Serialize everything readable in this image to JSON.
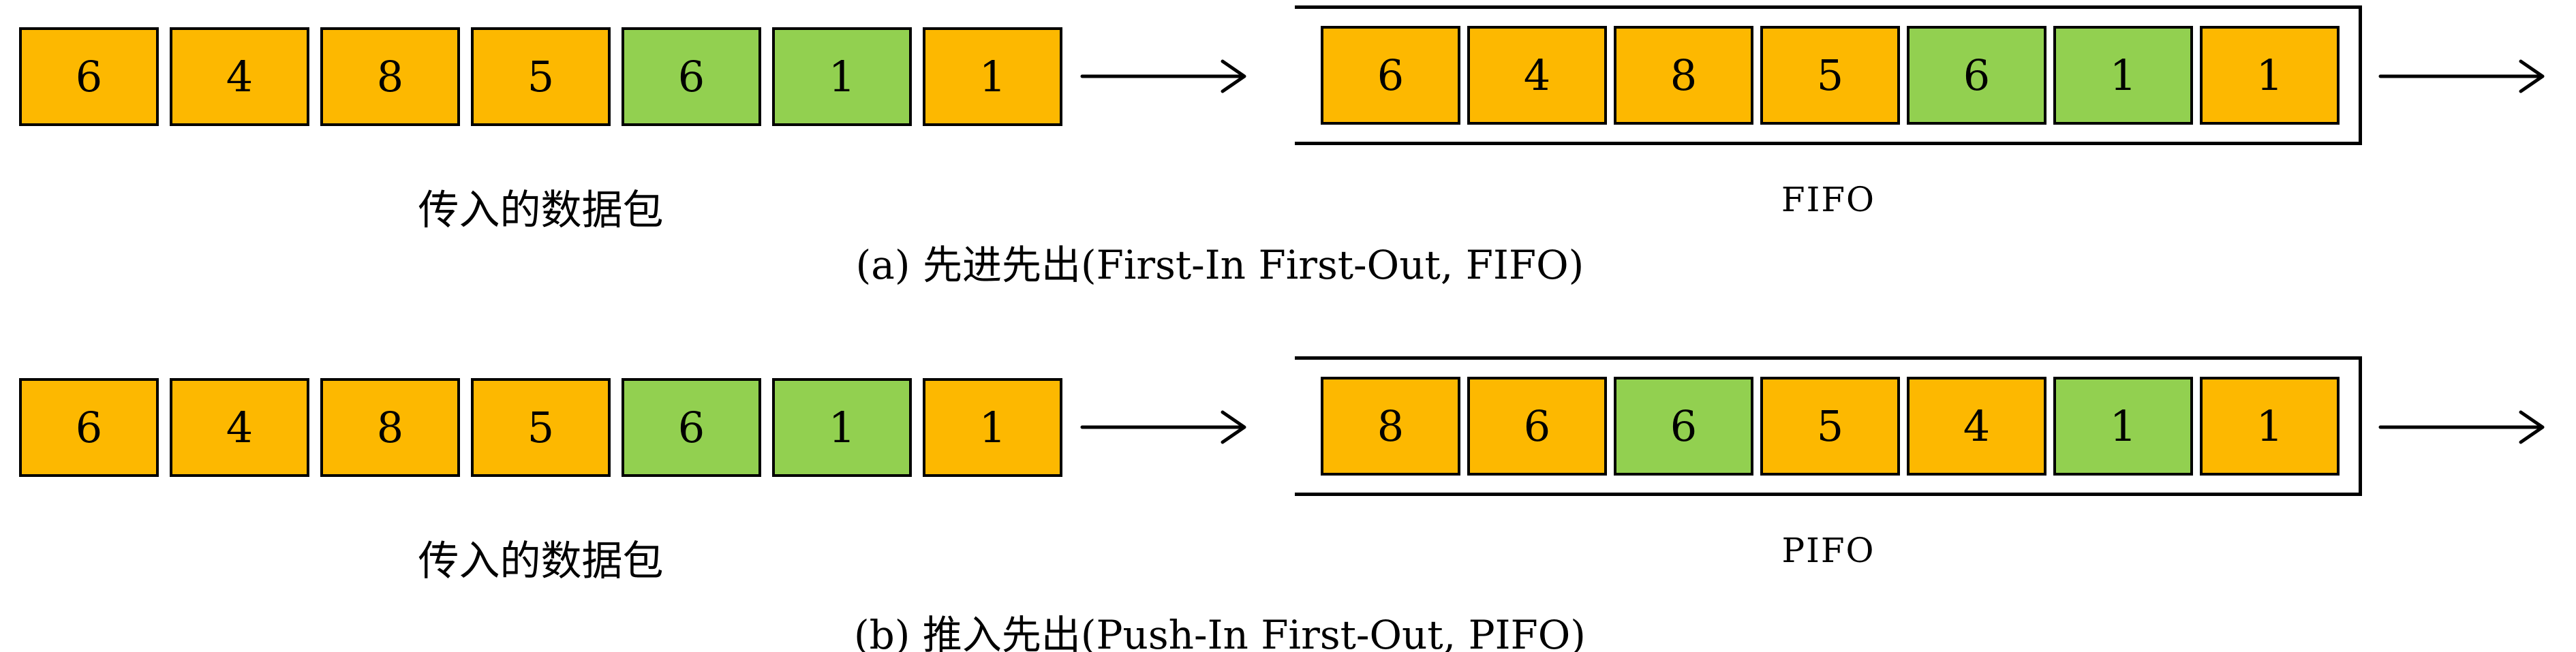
{
  "colors": {
    "orange": "#FDB800",
    "green": "#92D050",
    "line": "#000000",
    "background": "#FFFFFF"
  },
  "figure_a": {
    "input": {
      "label": "传入的数据包",
      "packets": [
        {
          "value": "6",
          "color": "orange"
        },
        {
          "value": "4",
          "color": "orange"
        },
        {
          "value": "8",
          "color": "orange"
        },
        {
          "value": "5",
          "color": "orange"
        },
        {
          "value": "6",
          "color": "green"
        },
        {
          "value": "1",
          "color": "green"
        },
        {
          "value": "1",
          "color": "orange"
        }
      ]
    },
    "queue": {
      "label": "FIFO",
      "packets": [
        {
          "value": "6",
          "color": "orange"
        },
        {
          "value": "4",
          "color": "orange"
        },
        {
          "value": "8",
          "color": "orange"
        },
        {
          "value": "5",
          "color": "orange"
        },
        {
          "value": "6",
          "color": "green"
        },
        {
          "value": "1",
          "color": "green"
        },
        {
          "value": "1",
          "color": "orange"
        }
      ]
    },
    "caption": "(a) 先进先出(First-In First-Out, FIFO)"
  },
  "figure_b": {
    "input": {
      "label": "传入的数据包",
      "packets": [
        {
          "value": "6",
          "color": "orange"
        },
        {
          "value": "4",
          "color": "orange"
        },
        {
          "value": "8",
          "color": "orange"
        },
        {
          "value": "5",
          "color": "orange"
        },
        {
          "value": "6",
          "color": "green"
        },
        {
          "value": "1",
          "color": "green"
        },
        {
          "value": "1",
          "color": "orange"
        }
      ]
    },
    "queue": {
      "label": "PIFO",
      "packets": [
        {
          "value": "8",
          "color": "orange"
        },
        {
          "value": "6",
          "color": "orange"
        },
        {
          "value": "6",
          "color": "green"
        },
        {
          "value": "5",
          "color": "orange"
        },
        {
          "value": "4",
          "color": "orange"
        },
        {
          "value": "1",
          "color": "green"
        },
        {
          "value": "1",
          "color": "orange"
        }
      ]
    },
    "caption": "(b) 推入先出(Push-In First-Out, PIFO)"
  }
}
